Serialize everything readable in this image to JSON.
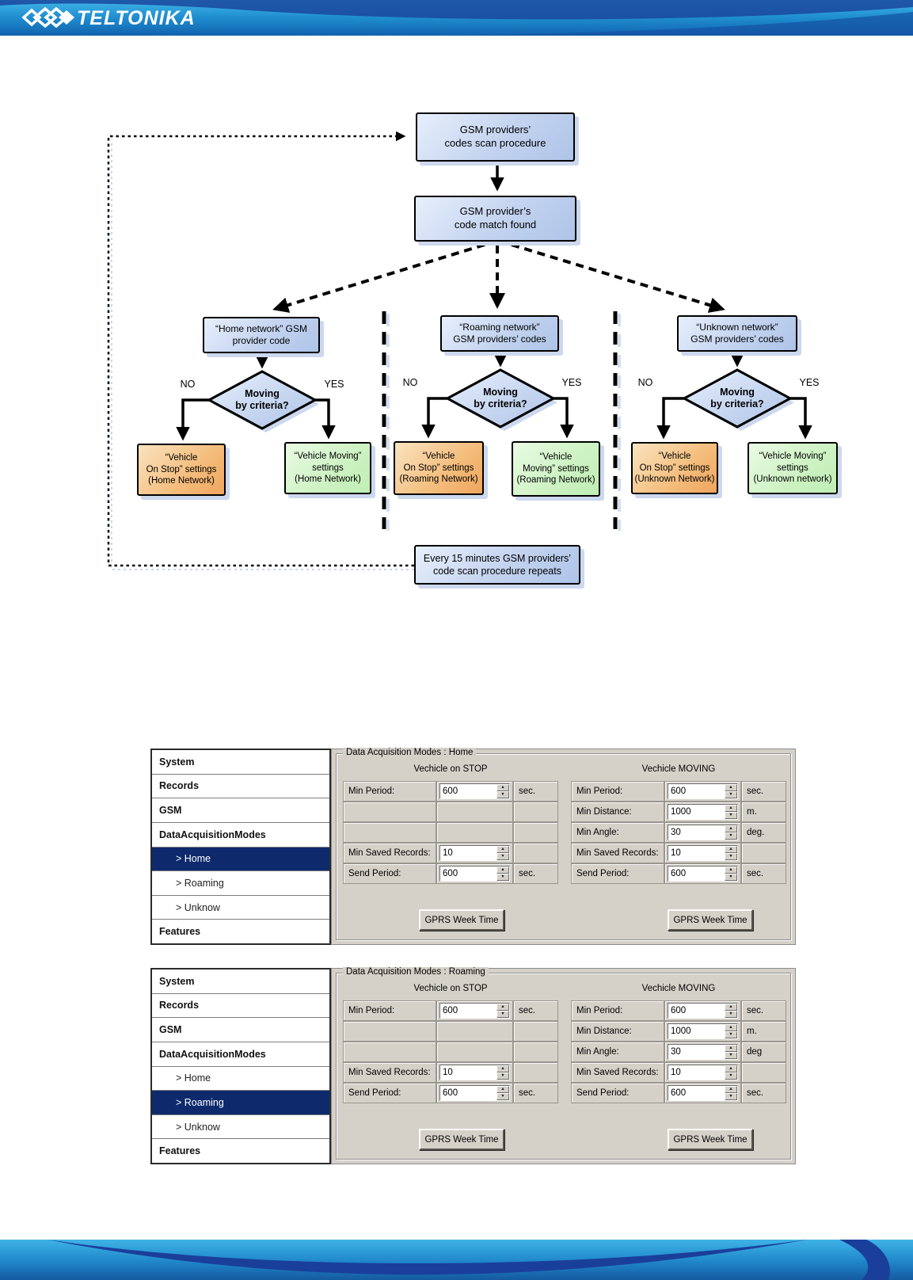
{
  "header": {
    "logo_text": "TELTONIKA"
  },
  "flowchart": {
    "scan_box": "GSM providers’\ncodes scan procedure",
    "match_box": "GSM provider’s\ncode match found",
    "repeat_box": "Every 15 minutes GSM providers’\ncode scan procedure repeats",
    "columns": [
      {
        "provider_box": "“Home network” GSM\nprovider code",
        "decision": "Moving\nby criteria?",
        "no_label": "NO",
        "yes_label": "YES",
        "stop_box": "“Vehicle\nOn Stop” settings\n(Home Network)",
        "moving_box": "“Vehicle Moving”\nsettings\n(Home Network)"
      },
      {
        "provider_box": "“Roaming network”\nGSM providers’ codes",
        "decision": "Moving\nby criteria?",
        "no_label": "NO",
        "yes_label": "YES",
        "stop_box": "“Vehicle\nOn Stop” settings\n(Roaming Network)",
        "moving_box": "“Vehicle\nMoving” settings\n(Roaming Network)"
      },
      {
        "provider_box": "“Unknown network”\nGSM providers’ codes",
        "decision": "Moving\nby criteria?",
        "no_label": "NO",
        "yes_label": "YES",
        "stop_box": "“Vehicle\nOn Stop” settings\n(Unknown Network)",
        "moving_box": "“Vehicle Moving”\nsettings\n(Unknown network)"
      }
    ]
  },
  "sidebar": {
    "items": [
      {
        "label": "System",
        "sub": false
      },
      {
        "label": "Records",
        "sub": false
      },
      {
        "label": "GSM",
        "sub": false
      },
      {
        "label": "DataAcquisitionModes",
        "sub": false
      },
      {
        "label": "> Home",
        "sub": true
      },
      {
        "label": "> Roaming",
        "sub": true
      },
      {
        "label": "> Unknow",
        "sub": true
      },
      {
        "label": "Features",
        "sub": false
      }
    ]
  },
  "panels": [
    {
      "legend": "Data Acquisition Modes : Home",
      "selected_index": 4,
      "stop": {
        "header": "Vechicle on STOP",
        "button_label": "GPRS Week Time",
        "rows": [
          {
            "label": "Min Period:",
            "value": "600",
            "unit": "sec."
          },
          {
            "label": "",
            "value": "",
            "unit": ""
          },
          {
            "label": "",
            "value": "",
            "unit": ""
          },
          {
            "label": "Min Saved Records:",
            "value": "10",
            "unit": ""
          },
          {
            "label": "Send Period:",
            "value": "600",
            "unit": "sec."
          }
        ]
      },
      "moving": {
        "header": "Vechicle MOVING",
        "button_label": "GPRS Week Time",
        "rows": [
          {
            "label": "Min Period:",
            "value": "600",
            "unit": "sec."
          },
          {
            "label": "Min Distance:",
            "value": "1000",
            "unit": "m."
          },
          {
            "label": "Min Angle:",
            "value": "30",
            "unit": "deg."
          },
          {
            "label": "Min Saved Records:",
            "value": "10",
            "unit": ""
          },
          {
            "label": "Send Period:",
            "value": "600",
            "unit": "sec."
          }
        ]
      }
    },
    {
      "legend": "Data Acquisition Modes : Roaming",
      "selected_index": 5,
      "stop": {
        "header": "Vechicle on STOP",
        "button_label": "GPRS Week Time",
        "rows": [
          {
            "label": "Min Period:",
            "value": "600",
            "unit": "sec."
          },
          {
            "label": "",
            "value": "",
            "unit": ""
          },
          {
            "label": "",
            "value": "",
            "unit": ""
          },
          {
            "label": "Min Saved Records:",
            "value": "10",
            "unit": ""
          },
          {
            "label": "Send Period:",
            "value": "600",
            "unit": "sec."
          }
        ]
      },
      "moving": {
        "header": "Vechicle MOVING",
        "button_label": "GPRS Week Time",
        "rows": [
          {
            "label": "Min Period:",
            "value": "600",
            "unit": "sec."
          },
          {
            "label": "Min Distance:",
            "value": "1000",
            "unit": "m."
          },
          {
            "label": "Min Angle:",
            "value": "30",
            "unit": "deg"
          },
          {
            "label": "Min Saved Records:",
            "value": "10",
            "unit": ""
          },
          {
            "label": "Send Period:",
            "value": "600",
            "unit": "sec."
          }
        ]
      }
    }
  ]
}
